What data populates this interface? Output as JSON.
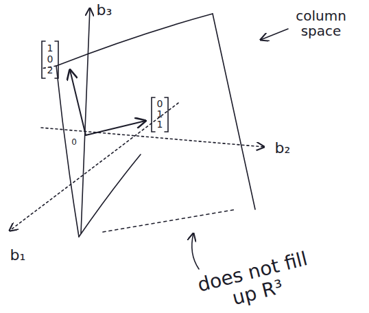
{
  "diagram": {
    "labels": [
      "b₃",
      "column space",
      "1",
      "0",
      "2",
      "0",
      "1",
      "1",
      "0",
      "b₂",
      "b₁",
      "does not fill up R³"
    ]
  }
}
